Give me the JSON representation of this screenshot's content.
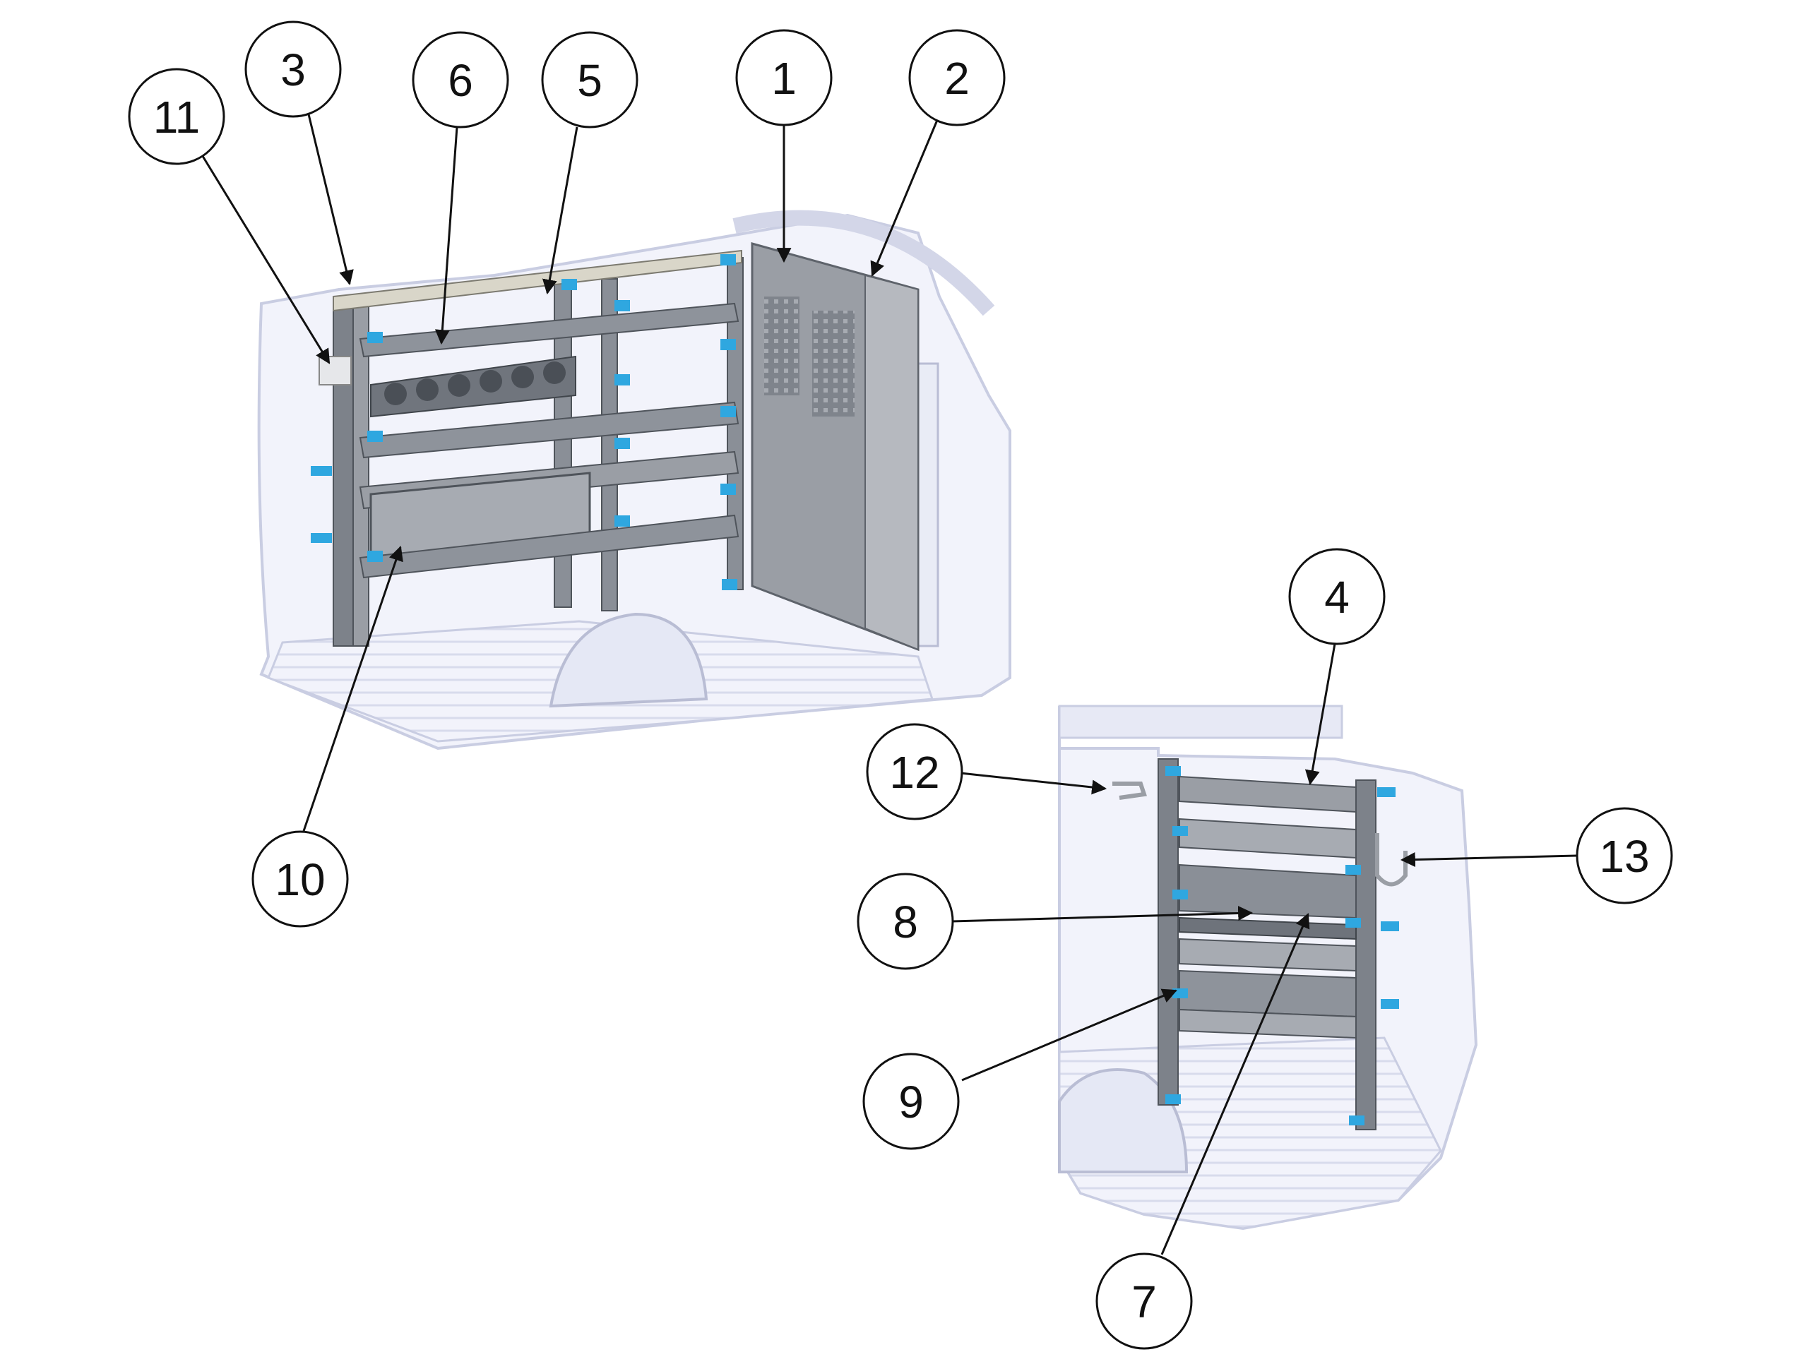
{
  "callouts": [
    {
      "id": "c1",
      "label": "1"
    },
    {
      "id": "c2",
      "label": "2"
    },
    {
      "id": "c3",
      "label": "3"
    },
    {
      "id": "c4",
      "label": "4"
    },
    {
      "id": "c5",
      "label": "5"
    },
    {
      "id": "c6",
      "label": "6"
    },
    {
      "id": "c7",
      "label": "7"
    },
    {
      "id": "c8",
      "label": "8"
    },
    {
      "id": "c9",
      "label": "9"
    },
    {
      "id": "c10",
      "label": "10"
    },
    {
      "id": "c11",
      "label": "11"
    },
    {
      "id": "c12",
      "label": "12"
    },
    {
      "id": "c13",
      "label": "13"
    }
  ],
  "colors": {
    "van_body": "#f2f3fb",
    "van_outline": "#c9cde2",
    "rack_steel": "#8a8f97",
    "rack_dark": "#5e636b",
    "bracket_blue": "#2fa7e0",
    "leader": "#111111"
  }
}
